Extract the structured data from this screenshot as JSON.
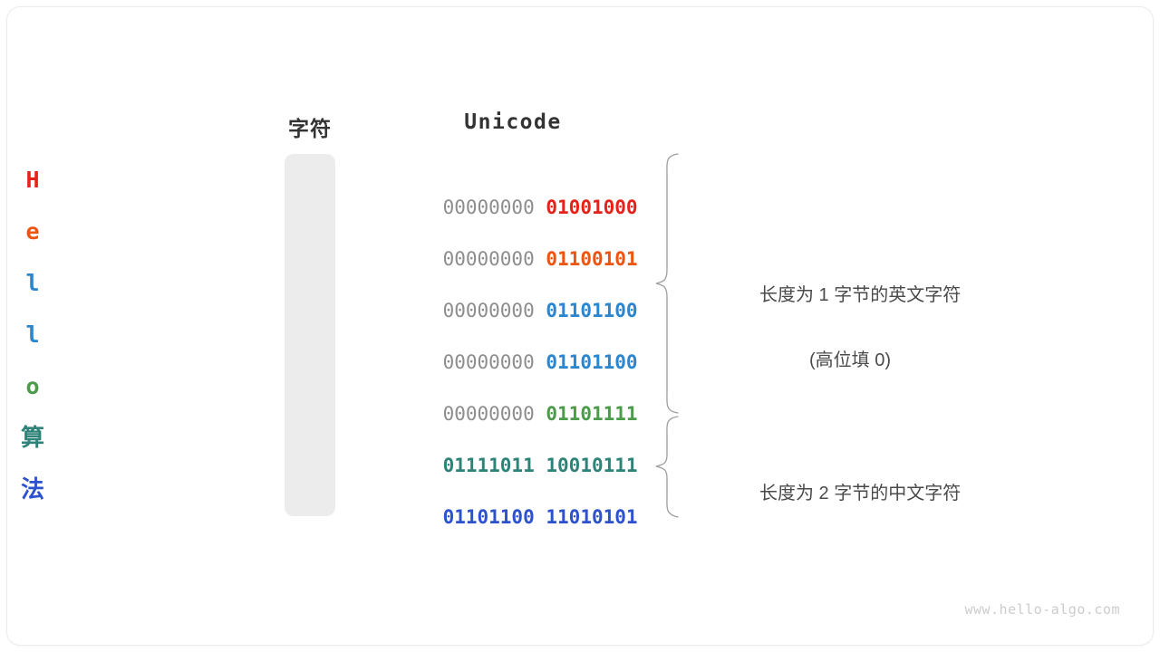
{
  "headers": {
    "character": "字符",
    "unicode": "Unicode"
  },
  "colors": {
    "char_column_bg": "#ececec",
    "high_byte_gray": "#8d8d8d",
    "red": "#e5231a",
    "orange": "#ee5411",
    "blue": "#2b85cf",
    "green": "#4b9b4b",
    "teal": "#2e8379",
    "indigo": "#2e52ce",
    "text_dark": "#333333",
    "annotation": "#4a4a4a",
    "watermark": "#cccccc"
  },
  "rows": [
    {
      "char": "H",
      "char_color": "#e5231a",
      "high_byte": "00000000",
      "low_byte": "01001000",
      "low_color": "#e5231a",
      "high_bold": false,
      "cjk": false
    },
    {
      "char": "e",
      "char_color": "#ee5411",
      "high_byte": "00000000",
      "low_byte": "01100101",
      "low_color": "#ee5411",
      "high_bold": false,
      "cjk": false
    },
    {
      "char": "l",
      "char_color": "#2b85cf",
      "high_byte": "00000000",
      "low_byte": "01101100",
      "low_color": "#2b85cf",
      "high_bold": false,
      "cjk": false
    },
    {
      "char": "l",
      "char_color": "#2b85cf",
      "high_byte": "00000000",
      "low_byte": "01101100",
      "low_color": "#2b85cf",
      "high_bold": false,
      "cjk": false
    },
    {
      "char": "o",
      "char_color": "#4b9b4b",
      "high_byte": "00000000",
      "low_byte": "01101111",
      "low_color": "#4b9b4b",
      "high_bold": false,
      "cjk": false
    },
    {
      "char": "算",
      "char_color": "#2e8379",
      "high_byte": "01111011",
      "low_byte": "10010111",
      "low_color": "#2e8379",
      "high_color": "#2e8379",
      "high_bold": true,
      "cjk": true
    },
    {
      "char": "法",
      "char_color": "#2e52ce",
      "high_byte": "01101100",
      "low_byte": "11010101",
      "low_color": "#2e52ce",
      "high_color": "#2e52ce",
      "high_bold": true,
      "cjk": true
    }
  ],
  "annotations": [
    {
      "line1": "长度为 1 字节的英文字符",
      "line2": "(高位填 0)",
      "span_rows": "1-5"
    },
    {
      "line1": "长度为 2 字节的中文字符",
      "line2": "",
      "span_rows": "6-7"
    }
  ],
  "watermark": "www.hello-algo.com"
}
